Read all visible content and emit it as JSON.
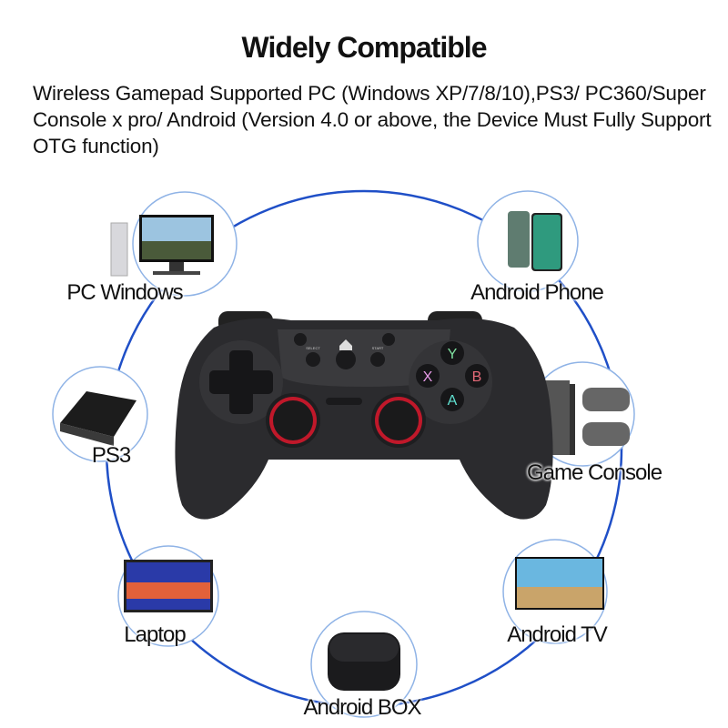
{
  "title": "Widely Compatible",
  "description": "Wireless Gamepad Supported PC (Windows XP/7/8/10),PS3/ PC360/Super Console x pro/ Android (Version 4.0 or above, the Device Must Fully Support OTG function)",
  "colors": {
    "ring": "#1f4fc7",
    "device_ring": "#8fb3e6",
    "controller": "#2b2b2e",
    "accent_red": "#c0182a"
  },
  "devices": [
    {
      "label": "PC Windows",
      "icon": "desktop-pc-icon"
    },
    {
      "label": "Android Phone",
      "icon": "smartphone-icon"
    },
    {
      "label": "PS3",
      "icon": "ps3-console-icon"
    },
    {
      "label": "Game Console",
      "icon": "game-console-icon"
    },
    {
      "label": "Laptop",
      "icon": "laptop-icon"
    },
    {
      "label": "Android TV",
      "icon": "tv-icon"
    },
    {
      "label": "Android BOX",
      "icon": "tv-box-icon"
    }
  ],
  "controller": {
    "select_label": "SELECT",
    "start_label": "START",
    "face_buttons": [
      {
        "label": "Y",
        "color": "#7fe0a0"
      },
      {
        "label": "X",
        "color": "#e79be8"
      },
      {
        "label": "B",
        "color": "#e56a78"
      },
      {
        "label": "A",
        "color": "#5fe0d0"
      }
    ]
  }
}
